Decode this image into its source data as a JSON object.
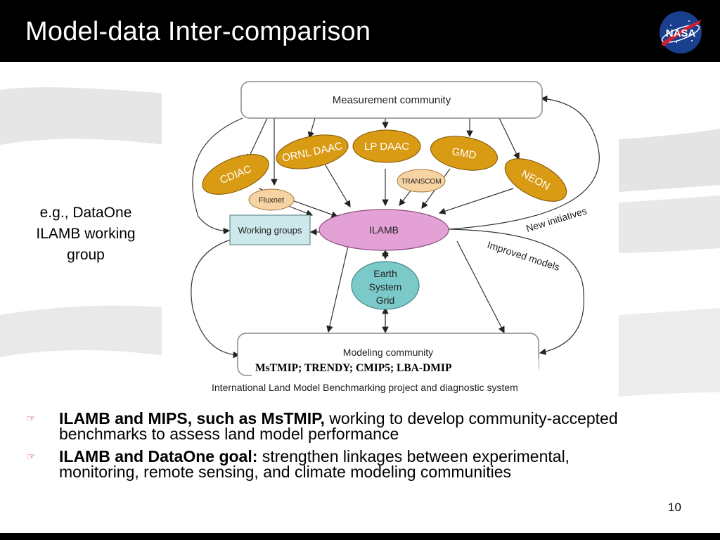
{
  "slide": {
    "title": "Model-data Inter-comparison",
    "slide_number": "10"
  },
  "side_note": {
    "lines": [
      "e.g., DataOne",
      "ILAMB working",
      "group"
    ]
  },
  "diagram": {
    "measurement_community": "Measurement community",
    "modeling_community": "Modeling community",
    "nodes": {
      "cdiac": "CDIAC",
      "ornl_daac": "ORNL DAAC",
      "lp_daac": "LP DAAC",
      "gmd": "GMD",
      "neon": "NEON",
      "fluxnet": "Fluxnet",
      "transcom": "TRANSCOM",
      "working_groups": "Working groups",
      "ilamb": "ILAMB",
      "earth_system_grid_1": "Earth",
      "earth_system_grid_2": "System",
      "earth_system_grid_3": "Grid"
    },
    "edge_labels": {
      "new_initiatives": "New initiatives",
      "improved_models": "Improved models"
    },
    "caption_projects": "MsTMIP; TRENDY; CMIP5; LBA-DMIP",
    "caption_system": "International Land Model Benchmarking project and diagnostic system"
  },
  "bullets": [
    {
      "bold": "ILAMB and MIPS, such as MsTMIP,",
      "text": " working to develop community-accepted benchmarks to assess land model performance"
    },
    {
      "bold": "ILAMB and DataOne goal:",
      "text": " strengthen linkages between experimental, monitoring, remote sensing, and climate modeling communities"
    }
  ],
  "colors": {
    "orange_node": "#d99a14",
    "light_orange_node": "#f6d3a2",
    "ilamb": "#e3a1d6",
    "earth_system_grid": "#7cc9c9",
    "working_groups": "#cde8ea",
    "title_bar": "#000000"
  }
}
